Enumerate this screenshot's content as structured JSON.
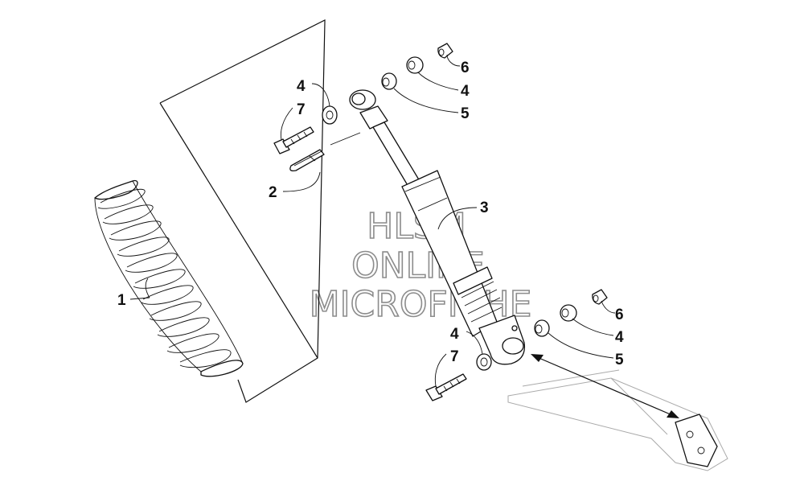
{
  "callouts": {
    "c1": "1",
    "c2": "2",
    "c3": "3",
    "c4a": "4",
    "c7a": "7",
    "c6a": "6",
    "c4b": "4",
    "c5a": "5",
    "c4c": "4",
    "c7b": "7",
    "c6b": "6",
    "c4d": "4",
    "c5b": "5"
  },
  "watermark": {
    "line1": "HLSM",
    "line2": "ONLINE",
    "line3": "MICROFICHE"
  }
}
